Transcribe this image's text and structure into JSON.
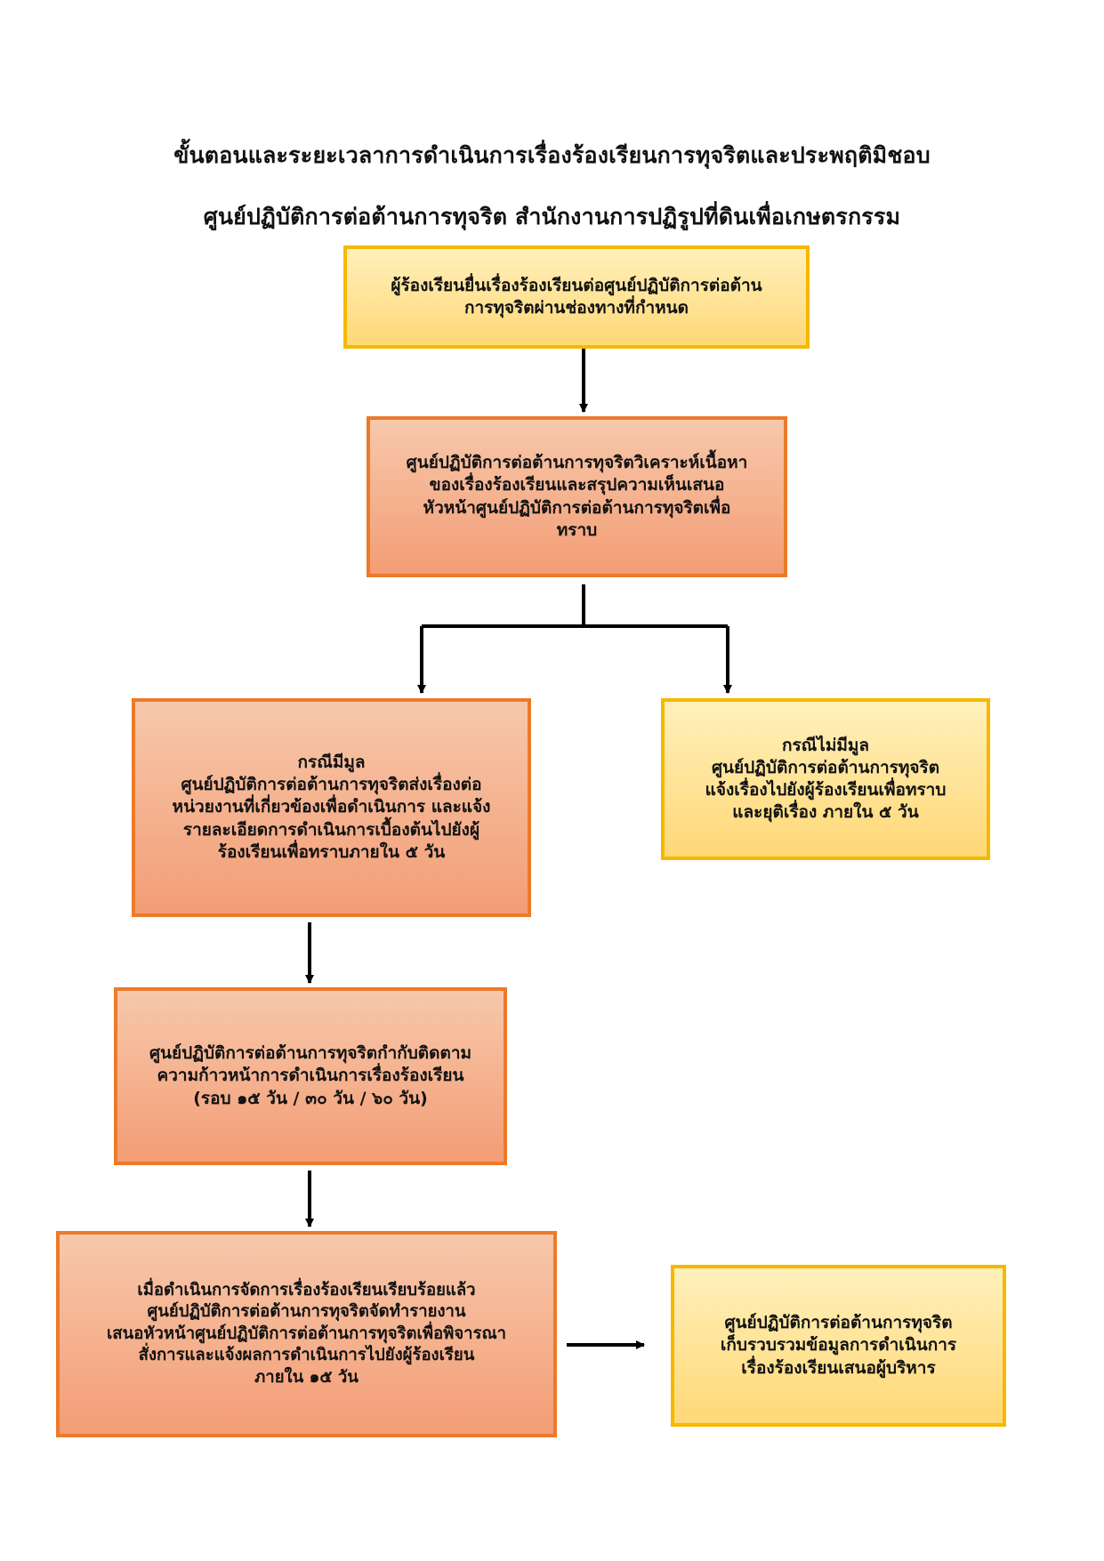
{
  "title": {
    "line1": "ขั้นตอนและระยะเวลาการดำเนินการเรื่องร้องเรียนการทุจริตและประพฤติมิชอบ",
    "line2": "ศูนย์ปฏิบัติการต่อต้านการทุจริต สำนักงานการปฏิรูปที่ดินเพื่อเกษตรกรรม"
  },
  "colors": {
    "yellow_border": "#f5b800",
    "yellow_fill": "#ffe39a",
    "orange_border": "#ec7a2a",
    "orange_fill": "#f5b48f",
    "arrow": "#000000"
  },
  "boxes": [
    {
      "style": "yellow",
      "lines": [
        "ผู้ร้องเรียนยื่นเรื่องร้องเรียนต่อศูนย์ปฏิบัติการต่อต้าน",
        "การทุจริตผ่านช่องทางที่กำหนด"
      ]
    },
    {
      "style": "orange",
      "lines": [
        "ศูนย์ปฏิบัติการต่อต้านการทุจริตวิเคราะห์เนื้อหา",
        "ของเรื่องร้องเรียนและสรุปความเห็นเสนอ",
        "หัวหน้าศูนย์ปฏิบัติการต่อต้านการทุจริตเพื่อ",
        "ทราบ"
      ]
    },
    {
      "style": "orange",
      "lines": [
        "กรณีมีมูล",
        "ศูนย์ปฏิบัติการต่อต้านการทุจริตส่งเรื่องต่อ",
        "หน่วยงานที่เกี่ยวข้องเพื่อดำเนินการ และแจ้ง",
        "รายละเอียดการดำเนินการเบื้องต้นไปยังผู้",
        "ร้องเรียนเพื่อทราบภายใน ๕ วัน"
      ]
    },
    {
      "style": "yellow",
      "lines": [
        "กรณีไม่มีมูล",
        "ศูนย์ปฏิบัติการต่อต้านการทุจริต",
        "แจ้งเรื่องไปยังผู้ร้องเรียนเพื่อทราบ",
        "และยุติเรื่อง ภายใน ๕ วัน"
      ]
    },
    {
      "style": "orange",
      "lines": [
        "ศูนย์ปฏิบัติการต่อต้านการทุจริตกำกับติดตาม",
        "ความก้าวหน้าการดำเนินการเรื่องร้องเรียน",
        "(รอบ ๑๕ วัน / ๓๐ วัน / ๖๐ วัน)"
      ]
    },
    {
      "style": "orange",
      "lines": [
        "เมื่อดำเนินการจัดการเรื่องร้องเรียนเรียบร้อยแล้ว",
        "ศูนย์ปฏิบัติการต่อต้านการทุจริตจัดทำรายงาน",
        "เสนอหัวหน้าศูนย์ปฏิบัติการต่อต้านการทุจริตเพื่อพิจารณา",
        "สั่งการและแจ้งผลการดำเนินการไปยังผู้ร้องเรียน",
        "ภายใน ๑๕ วัน"
      ]
    },
    {
      "style": "yellow",
      "lines": [
        "ศูนย์ปฏิบัติการต่อต้านการทุจริต",
        "เก็บรวบรวมข้อมูลการดำเนินการ",
        "เรื่องร้องเรียนเสนอผู้บริหาร"
      ]
    }
  ]
}
